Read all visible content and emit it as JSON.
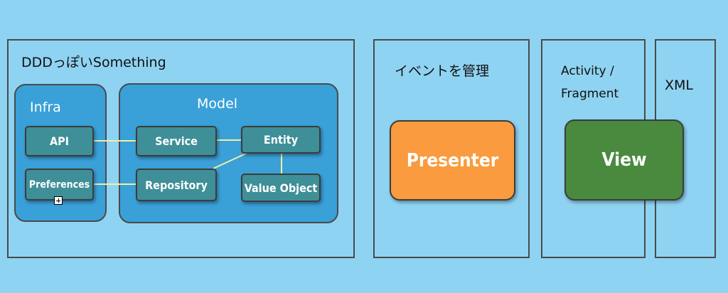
{
  "frames": {
    "ddd": {
      "label": "DDDっぽいSomething"
    },
    "event": {
      "label": "イベントを管理"
    },
    "activity": {
      "label_line1": "Activity /",
      "label_line2": "Fragment"
    },
    "xml": {
      "label": "XML"
    }
  },
  "regions": {
    "infra": {
      "label": "Infra"
    },
    "model": {
      "label": "Model"
    }
  },
  "nodes": {
    "api": "API",
    "preferences": "Preferences",
    "service": "Service",
    "repository": "Repository",
    "entity": "Entity",
    "value_object": "Value Object",
    "presenter": "Presenter",
    "view": "View"
  },
  "colors": {
    "background": "#8fd3f2",
    "region_fill": "#3aa0d8",
    "node_fill": "#3e8f97",
    "presenter_fill": "#f99b3e",
    "view_fill": "#4a8a3f",
    "connector": "#f5eea0"
  },
  "icons": {
    "expand": "plus-box-icon"
  }
}
